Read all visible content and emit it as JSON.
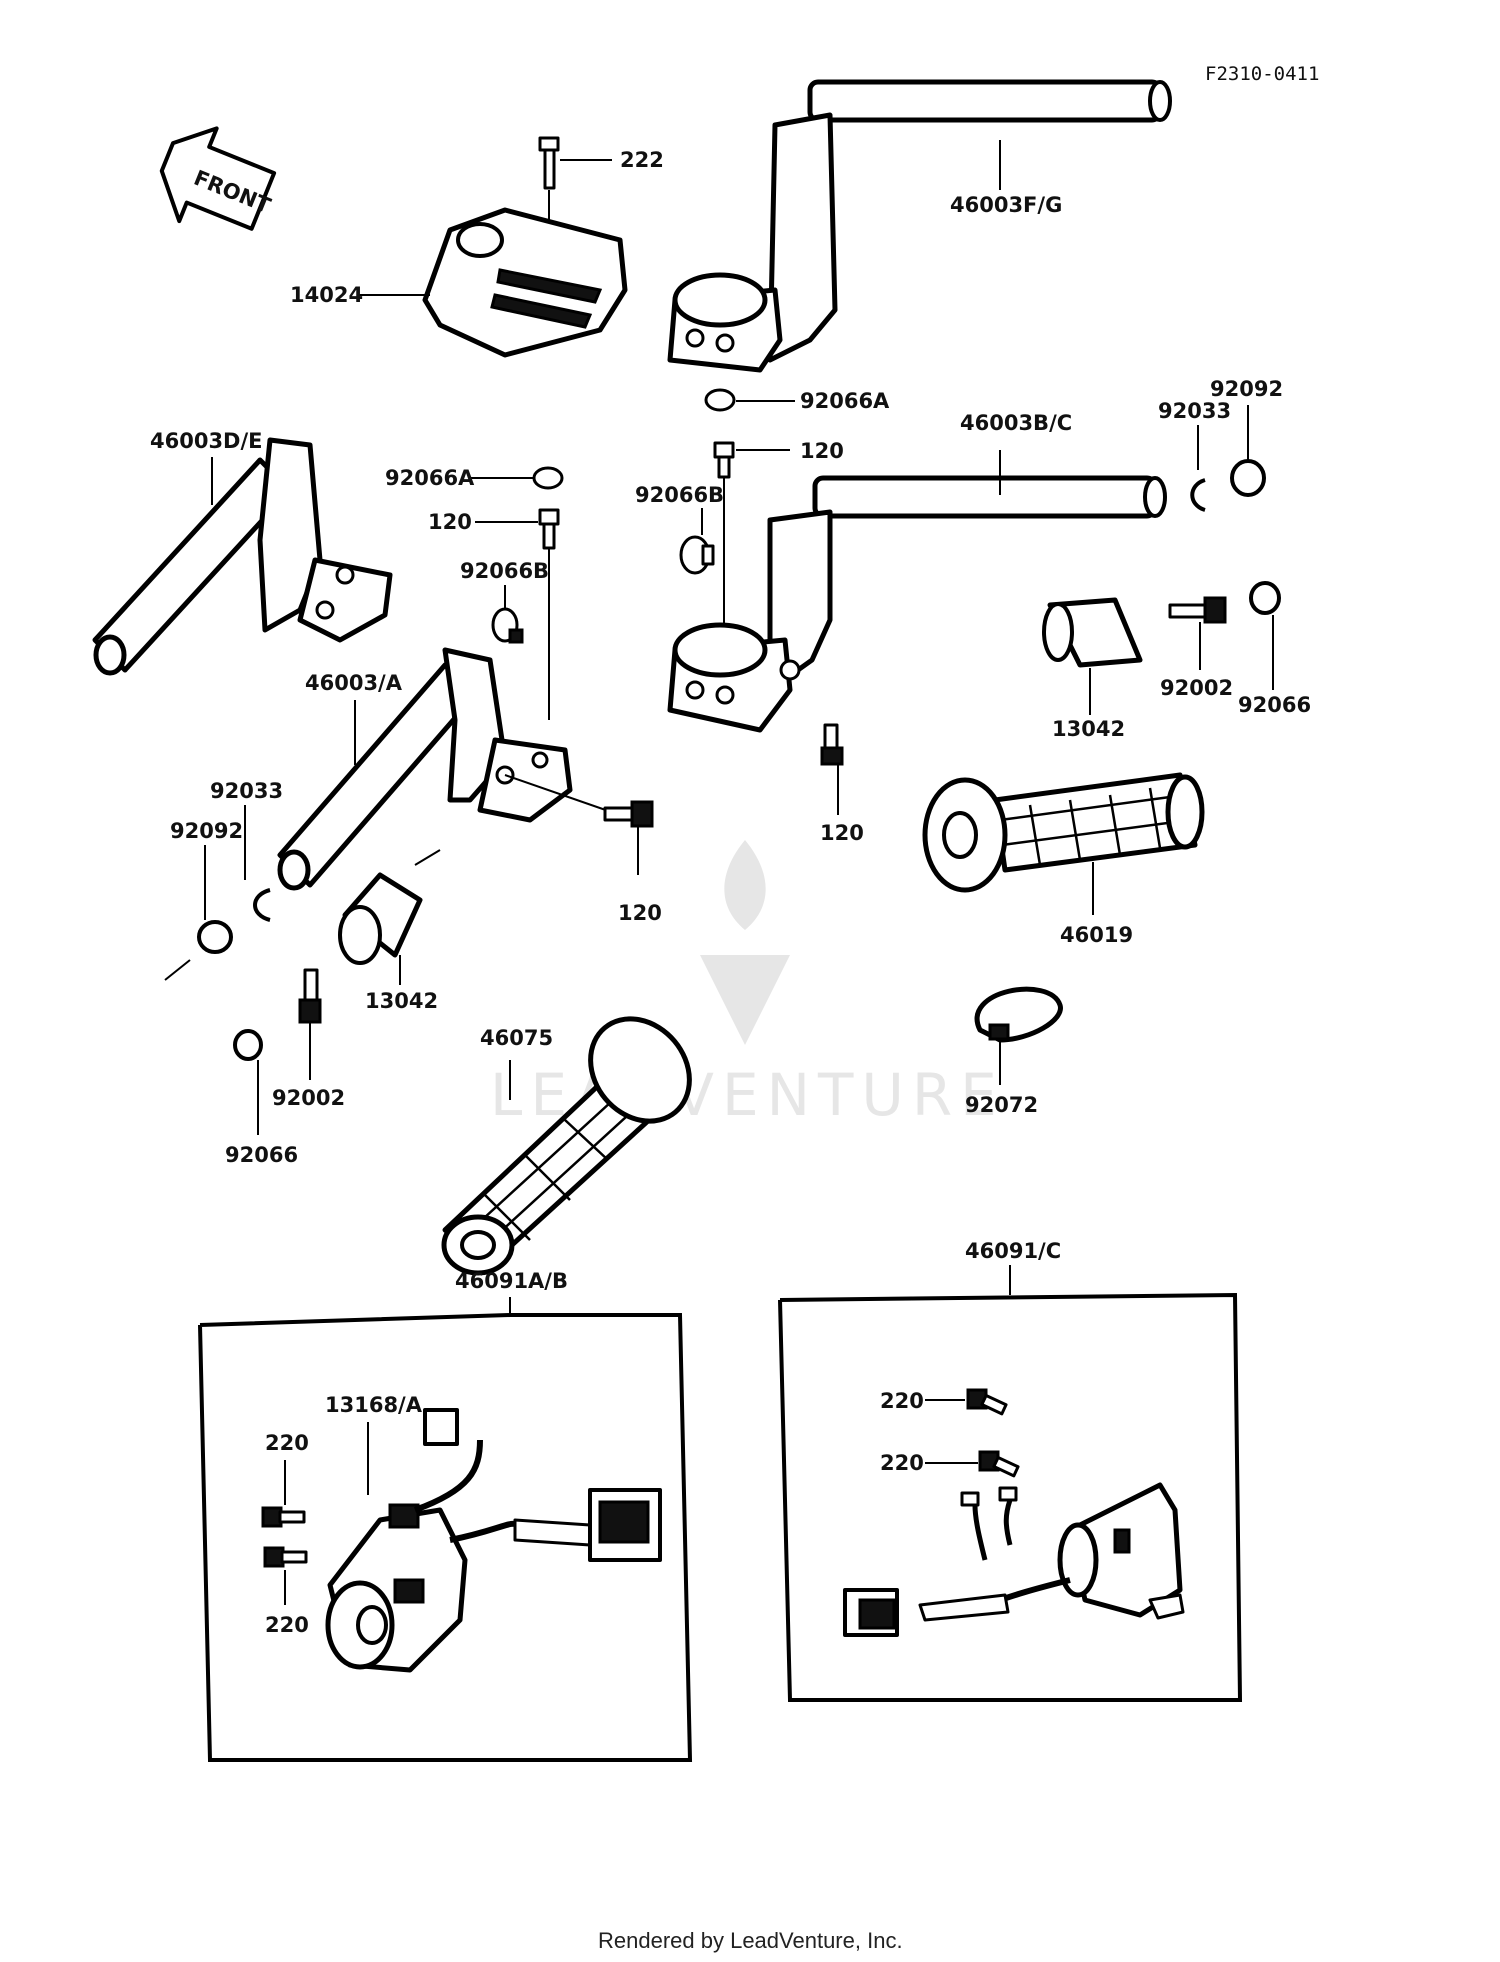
{
  "diagram_code": "F2310-0411",
  "front_arrow": "FRONT",
  "footer": "Rendered by LeadVenture, Inc.",
  "watermark": "LEADVENTURE",
  "labels": {
    "p222": "222",
    "p46003fg": "46003F/G",
    "p14024": "14024",
    "p92066a_1": "92066A",
    "p120_1": "120",
    "p46003bc": "46003B/C",
    "p92033_1": "92033",
    "p92092_1": "92092",
    "p46003de": "46003D/E",
    "p92066a_2": "92066A",
    "p120_2": "120",
    "p92066b_1": "92066B",
    "p92066b_2": "92066B",
    "p92002_1": "92002",
    "p92066_1": "92066",
    "p13042_1": "13042",
    "p46003a": "46003/A",
    "p120_3": "120",
    "p92033_2": "92033",
    "p92092_2": "92092",
    "p120_4": "120",
    "p46019": "46019",
    "p13042_2": "13042",
    "p92002_2": "92002",
    "p92066_2": "92066",
    "p46075": "46075",
    "p92072": "92072",
    "p46091ab": "46091A/B",
    "p46091c": "46091/C",
    "p13168a": "13168/A",
    "p220_1": "220",
    "p220_2": "220",
    "p220_3": "220",
    "p220_4": "220"
  }
}
